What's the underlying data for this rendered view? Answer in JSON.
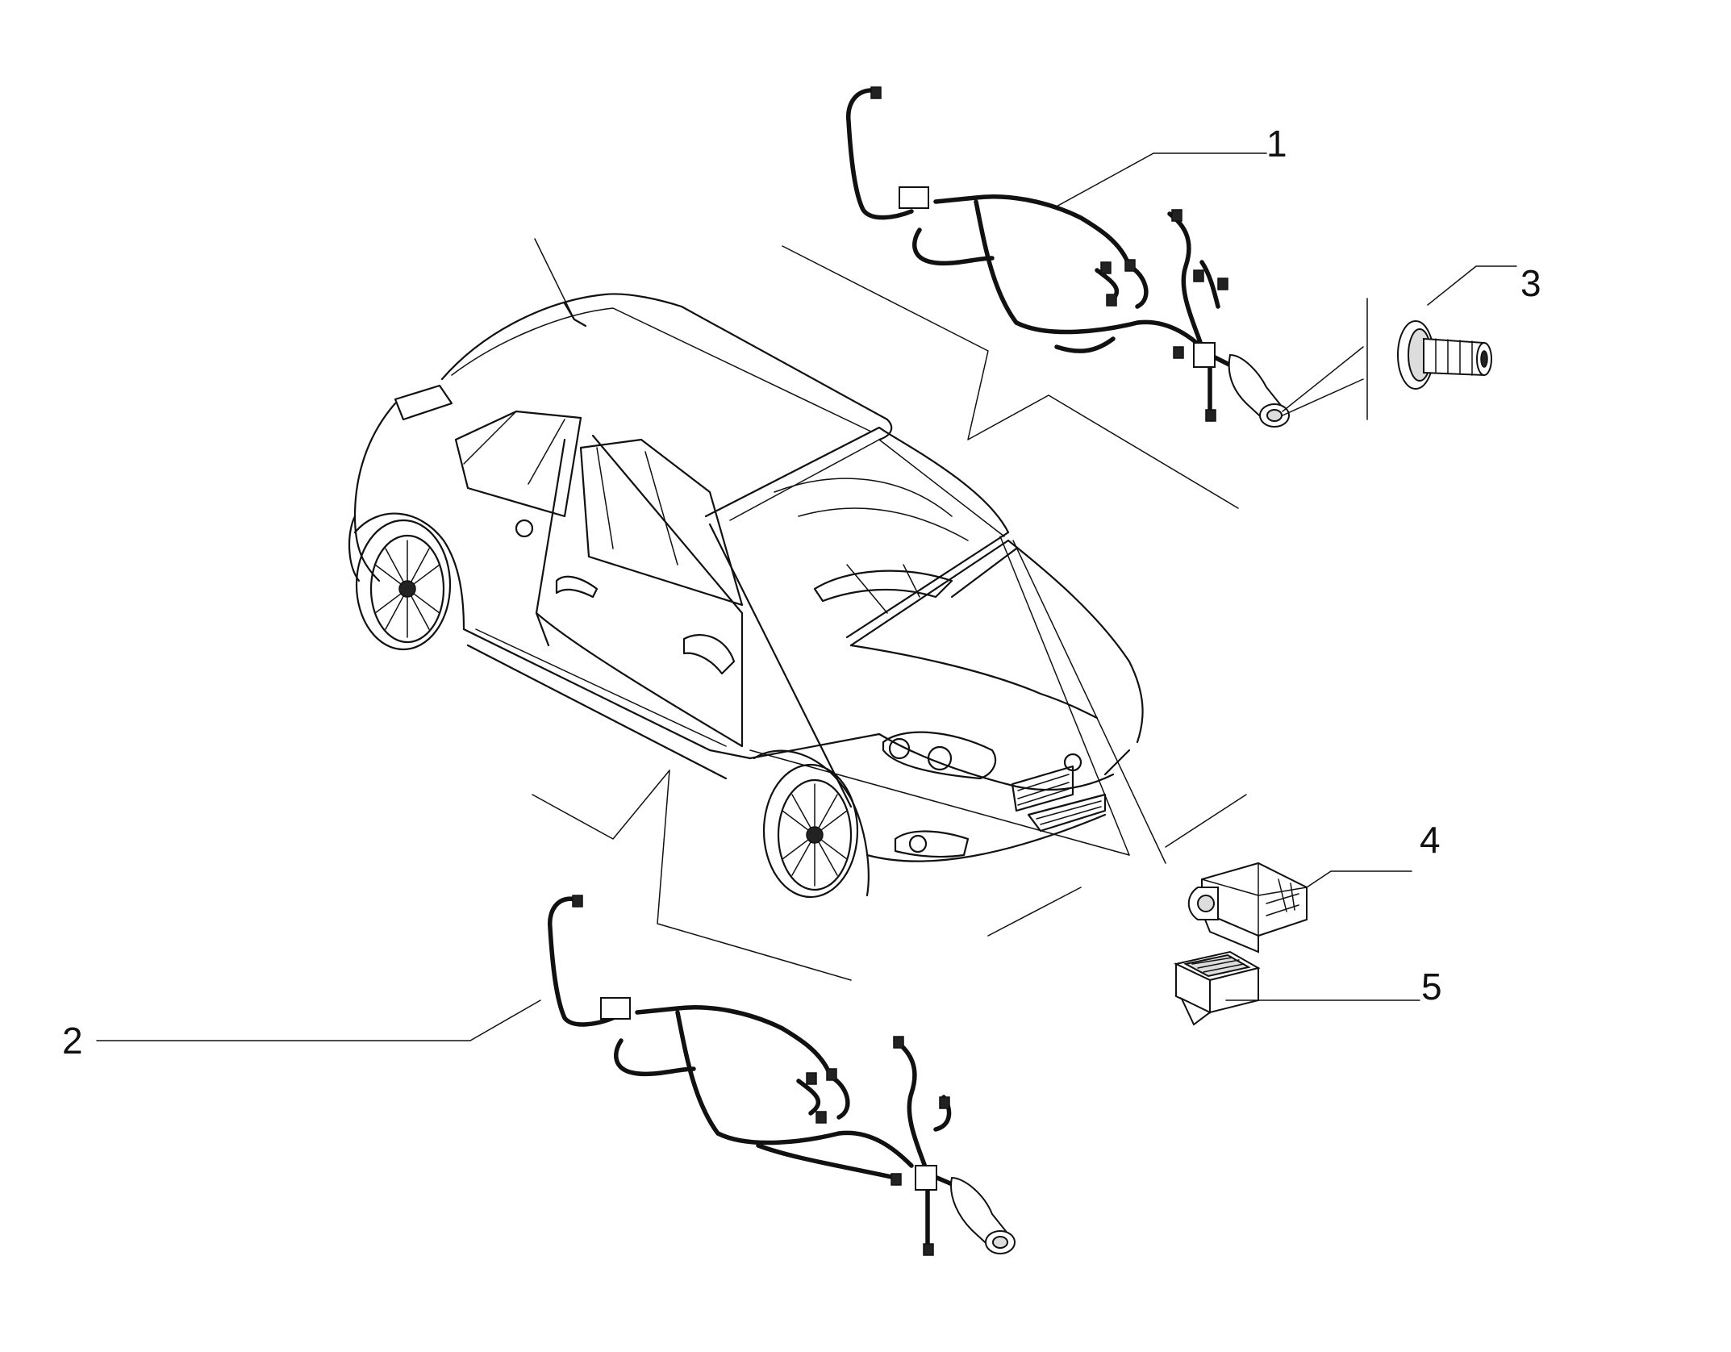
{
  "callouts": [
    {
      "id": "1",
      "label": "1"
    },
    {
      "id": "2",
      "label": "2"
    },
    {
      "id": "3",
      "label": "3"
    },
    {
      "id": "4",
      "label": "4"
    },
    {
      "id": "5",
      "label": "5"
    }
  ],
  "parts": {
    "harness_upper": "wiring-harness",
    "harness_lower": "wiring-harness",
    "bulb_holder": "bulb-holder",
    "light_unit": "light-unit",
    "lens_cover": "lens-cover",
    "vehicle": "car-body-outline"
  }
}
